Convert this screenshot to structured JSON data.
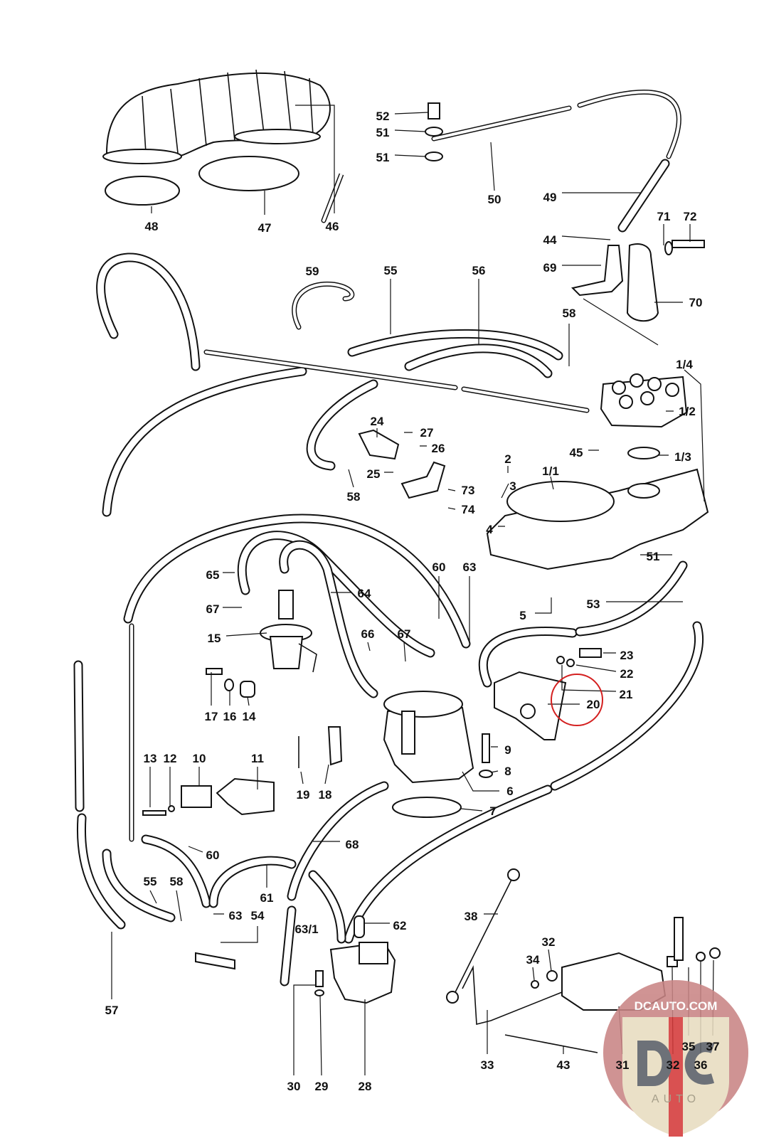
{
  "diagram": {
    "labels": [
      "52",
      "51",
      "51",
      "50",
      "49",
      "46",
      "48",
      "47",
      "71",
      "72",
      "44",
      "69",
      "70",
      "59",
      "55",
      "56",
      "58",
      "1/4",
      "1/2",
      "24",
      "27",
      "26",
      "45",
      "1/3",
      "2",
      "25",
      "73",
      "58",
      "1/1",
      "3",
      "74",
      "4",
      "51",
      "60",
      "63",
      "65",
      "64",
      "53",
      "67",
      "5",
      "15",
      "66",
      "67",
      "23",
      "22",
      "21",
      "20",
      "17",
      "16",
      "14",
      "9",
      "13",
      "12",
      "10",
      "11",
      "8",
      "19",
      "18",
      "6",
      "7",
      "60",
      "68",
      "55",
      "58",
      "61",
      "63",
      "54",
      "38",
      "63/1",
      "62",
      "32",
      "34",
      "57",
      "30",
      "29",
      "28",
      "33",
      "43",
      "31",
      "32",
      "36",
      "35",
      "37"
    ],
    "highlighted_part": "20",
    "highlight_color": "#d42020"
  },
  "watermark": {
    "text": "DCAUTO.COM",
    "logo_letters": "DC",
    "logo_sub": "AUTO",
    "colors": {
      "circle": "#c98585",
      "shield": "#e8dcc0",
      "letters": "#5a5e66",
      "stripe": "#d43a3a"
    }
  }
}
